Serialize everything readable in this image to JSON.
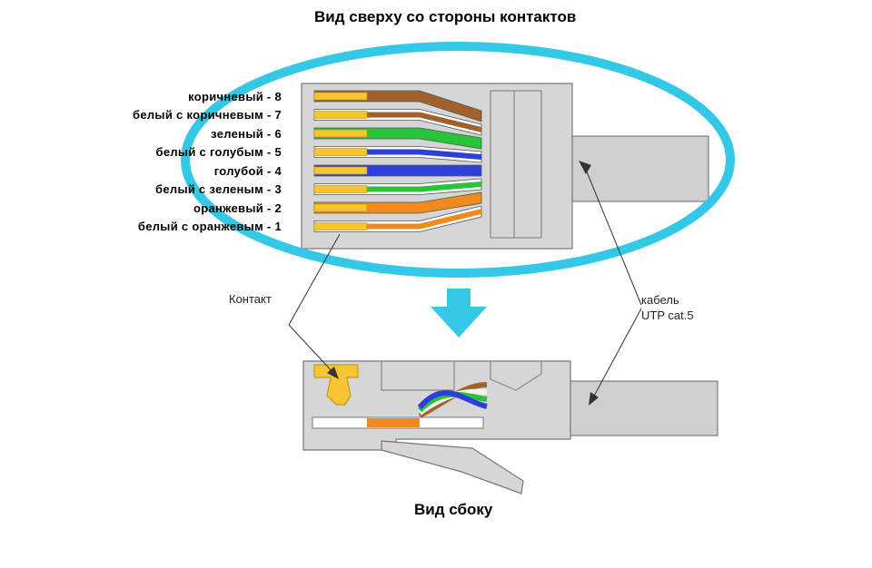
{
  "titles": {
    "top_view": "Вид сверху со стороны контактов",
    "side_view": "Вид сбоку"
  },
  "wires": [
    {
      "label": "коричневый - 8",
      "color": "#a0622a",
      "striped": false
    },
    {
      "label": "белый с коричневым - 7",
      "color": "#a0622a",
      "striped": true
    },
    {
      "label": "зеленый - 6",
      "color": "#27c43a",
      "striped": false
    },
    {
      "label": "белый с голубым - 5",
      "color": "#2d3fd6",
      "striped": true
    },
    {
      "label": "голубой - 4",
      "color": "#2d3fd6",
      "striped": false
    },
    {
      "label": "белый с зеленым - 3",
      "color": "#27c43a",
      "striped": true
    },
    {
      "label": "оранжевый - 2",
      "color": "#f08a1c",
      "striped": false
    },
    {
      "label": "белый с оранжевым - 1",
      "color": "#f08a1c",
      "striped": true
    }
  ],
  "callouts": {
    "contact": "Контакт",
    "cable_line1": "кабель",
    "cable_line2": "UTP cat.5"
  },
  "colors": {
    "highlight_ellipse": "#33c9e6",
    "arrow": "#33c9e6",
    "connector_body": "#d6d6d6",
    "cable_jacket": "#cfcfcf",
    "contact_gold": "#f6c531"
  }
}
